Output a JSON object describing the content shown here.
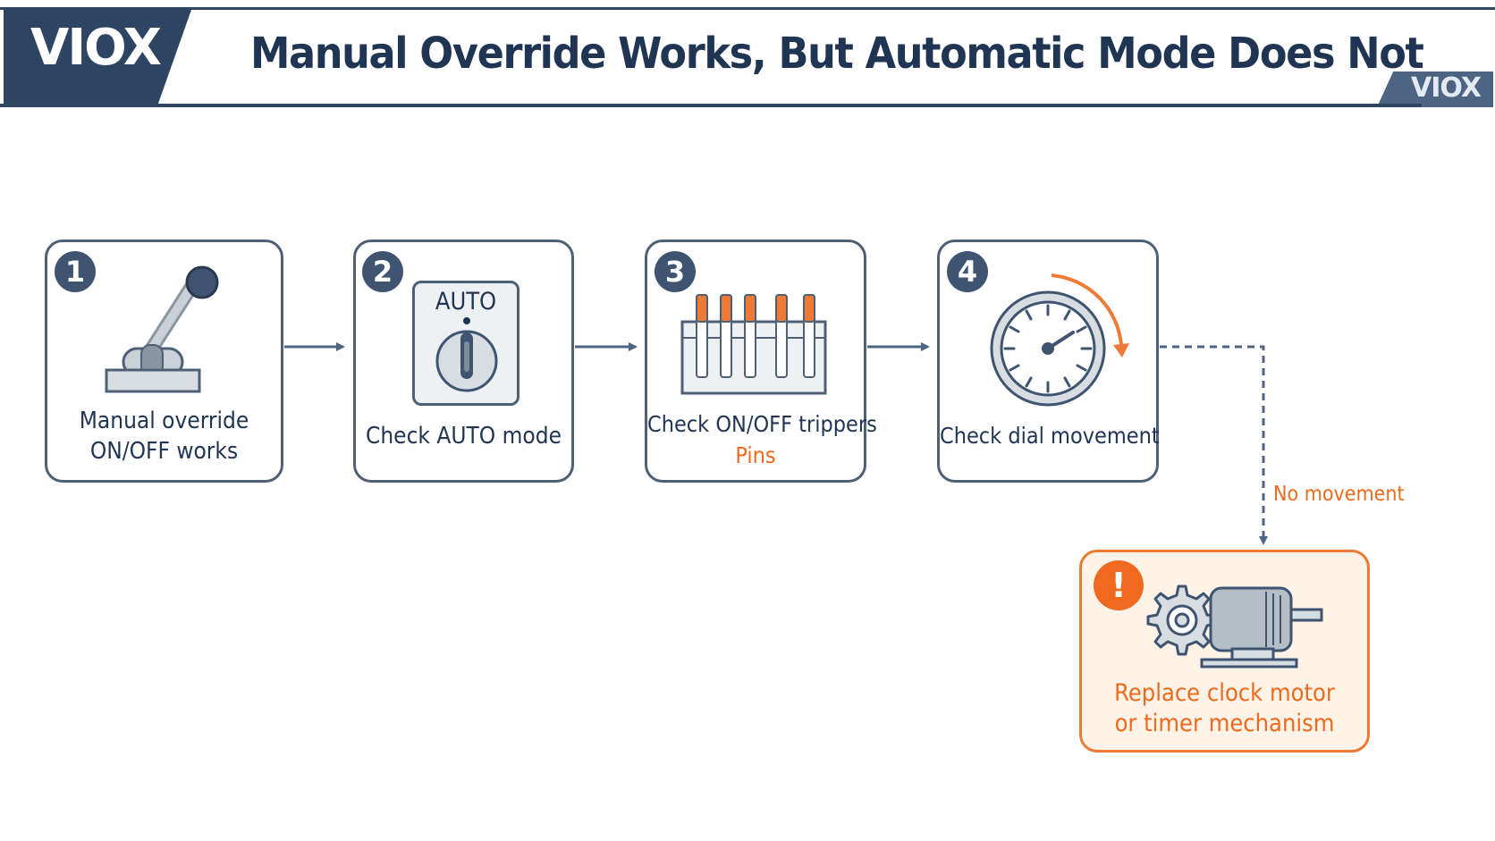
{
  "header": {
    "logo": "VIOX",
    "title": "Manual Override Works, But Automatic Mode Does Not",
    "badge": "VIOX"
  },
  "steps": [
    {
      "number": "1",
      "label_line1": "Manual override",
      "label_line2": "ON/OFF works",
      "icon": "toggle-lever-icon"
    },
    {
      "number": "2",
      "label": "Check AUTO mode",
      "panel_text": "AUTO",
      "icon": "auto-mode-switch-icon"
    },
    {
      "number": "3",
      "label": "Check ON/OFF trippers",
      "sublabel": "Pins",
      "icon": "tripper-pins-icon"
    },
    {
      "number": "4",
      "label": "Check dial movement",
      "icon": "clock-dial-icon"
    }
  ],
  "branch": {
    "condition": "No movement",
    "alert_mark": "!",
    "result_line1": "Replace clock motor",
    "result_line2": "or timer mechanism",
    "icon": "gear-motor-icon"
  },
  "colors": {
    "navy": "#2d4563",
    "step_border": "#4d6076",
    "accent_orange": "#ee6a1d",
    "alert_fill": "#fff2e7"
  }
}
